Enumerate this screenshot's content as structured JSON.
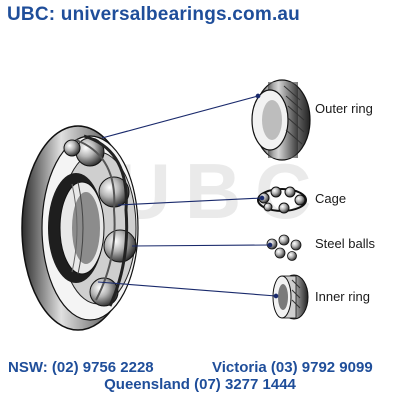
{
  "header": {
    "title": "UBC: universalbearings.com.au"
  },
  "watermark": {
    "text": "UBC"
  },
  "parts": [
    {
      "label": "Outer ring"
    },
    {
      "label": "Cage"
    },
    {
      "label": "Steel balls"
    },
    {
      "label": "Inner ring"
    }
  ],
  "footer": {
    "nsw": "NSW: (02) 9756 2228",
    "victoria": "Victoria (03) 9792 9099",
    "queensland": "Queensland (07) 3277 1444"
  },
  "colors": {
    "brand": "#1f4e9a",
    "leader_line": "#1a2a6c"
  }
}
